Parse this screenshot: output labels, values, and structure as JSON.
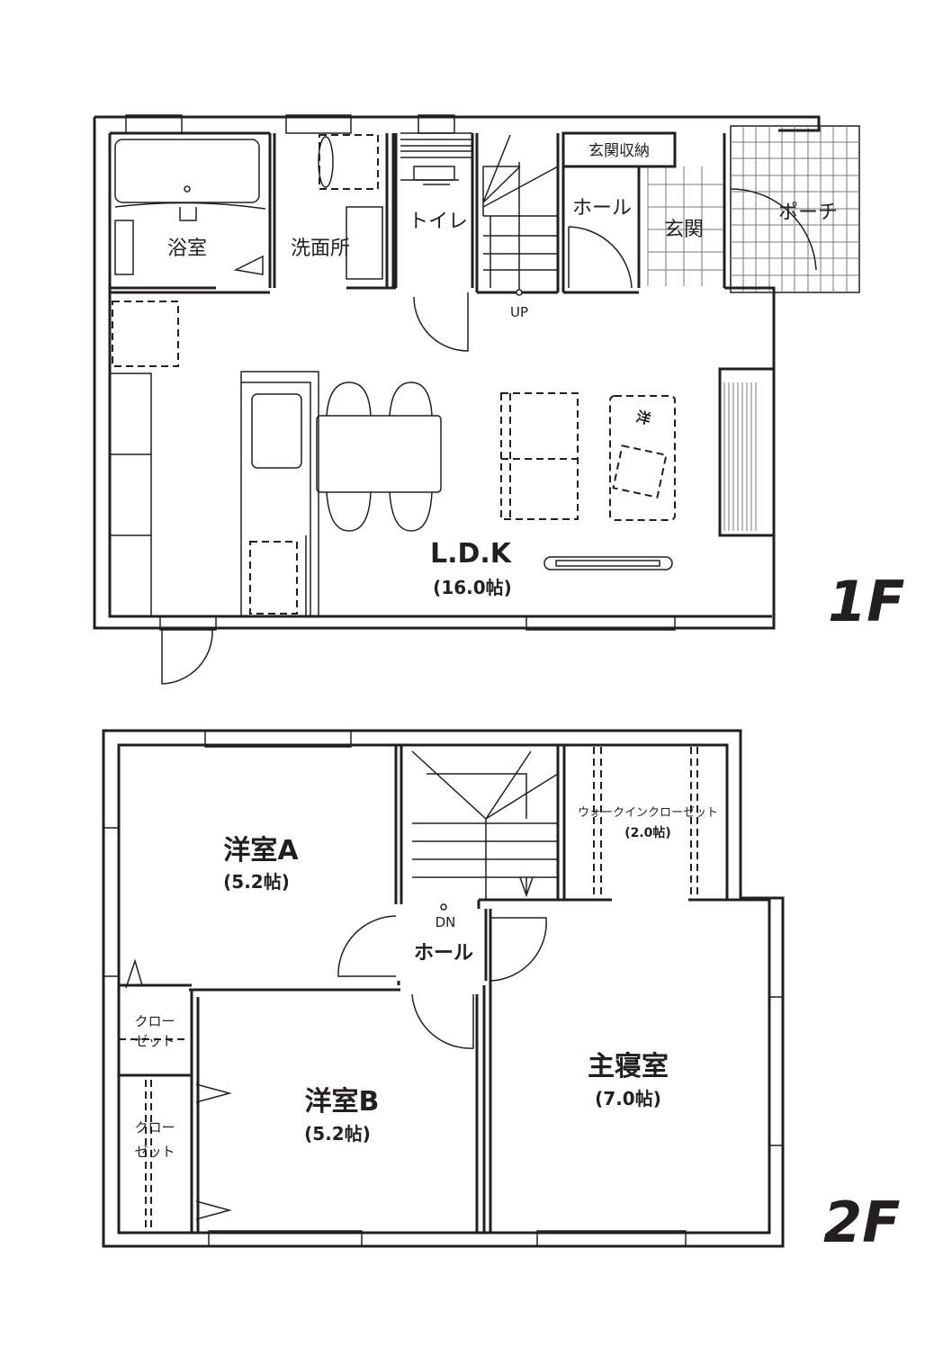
{
  "floor1": {
    "label": "1F",
    "rooms": {
      "bath": "浴室",
      "washroom": "洗面所",
      "toilet": "トイレ",
      "hall": "ホール",
      "entrance": "玄関",
      "entrance_storage": "玄関収納",
      "porch": "ポーチ",
      "ldk": "L.D.K",
      "ldk_size": "(16.0帖)",
      "stairs_dir": "UP"
    }
  },
  "floor2": {
    "label": "2F",
    "rooms": {
      "room_a": "洋室A",
      "room_a_size": "(5.2帖)",
      "room_b": "洋室B",
      "room_b_size": "(5.2帖)",
      "master": "主寝室",
      "master_size": "(7.0帖)",
      "wic": "ウォークインクローゼット",
      "wic_size": "(2.0帖)",
      "hall": "ホール",
      "stairs_dir": "DN",
      "closet1_line1": "クロー",
      "closet1_line2": "ゼット",
      "closet2_line1": "クロー",
      "closet2_line2": "ゼット"
    }
  }
}
